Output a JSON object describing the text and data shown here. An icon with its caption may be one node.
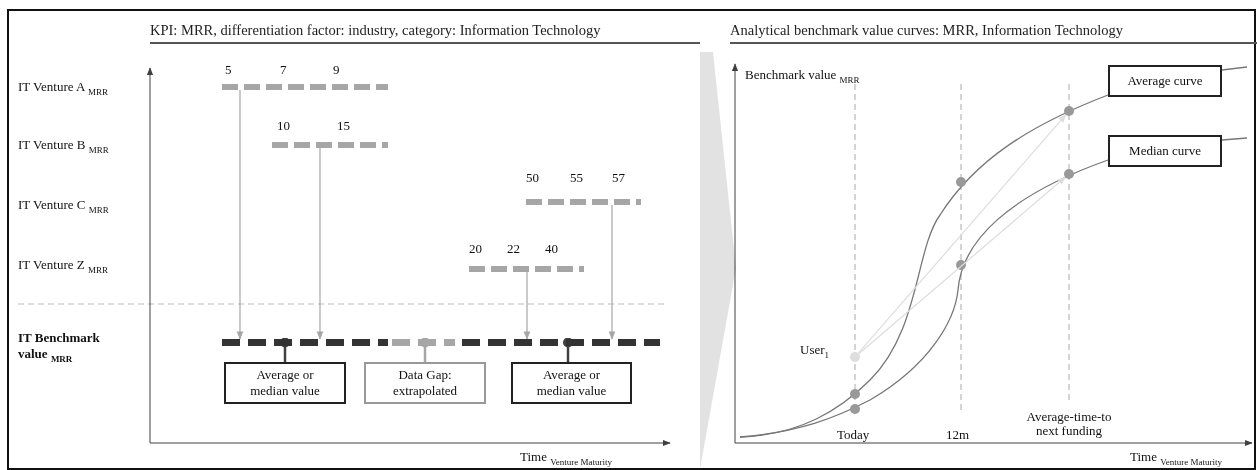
{
  "diagram": {
    "nodes": [
      {
        "text": [],
        "shape": "bar",
        "beside": [
          "5",
          "7",
          "9"
        ]
      },
      {
        "text": [],
        "shape": "bar",
        "beside": [
          "10",
          "15"
        ]
      },
      {
        "text": [],
        "shape": "bar",
        "beside": [
          "50",
          "55",
          "57"
        ]
      },
      {
        "text": [],
        "shape": "bar",
        "beside": [
          "20",
          "22",
          "40"
        ]
      },
      {
        "text": [],
        "shape": "bar"
      },
      {
        "text": [
          "Average or median value"
        ]
      },
      {
        "text": [
          "Data Gap: extrapolated"
        ]
      },
      {
        "text": [
          "Average or median value"
        ]
      },
      {
        "text": [
          "Average curve"
        ]
      },
      {
        "text": [
          "Median curve"
        ]
      },
      {
        "text": [],
        "shape": "circle",
        "beside": [
          "User$_{1}$"
        ]
      },
      {
        "text": [],
        "shape": "circle"
      },
      {
        "text": [],
        "shape": "circle"
      }
    ],
    "edges": [
      {
        "from": 0,
        "to": 4,
        "arrow": "to"
      },
      {
        "from": 1,
        "to": 4,
        "arrow": "to"
      },
      {
        "from": 3,
        "to": 4,
        "arrow": "to"
      },
      {
        "from": 2,
        "to": 4,
        "arrow": "to"
      },
      {
        "from": 4,
        "to": 5,
        "arrow": "other",
        "color": "#404040"
      },
      {
        "from": 4,
        "to": 6,
        "arrow": "other"
      },
      {
        "from": 4,
        "to": 7,
        "arrow": "other",
        "color": "#404040"
      },
      {
        "from": 10,
        "to": 11,
        "arrow": "to",
        "color": "#dddddd"
      },
      {
        "from": 10,
        "to": 12,
        "arrow": "to",
        "color": "#dddddd"
      }
    ],
    "labels": [
      "KPI: MRR, differentiation factor: industry, category: Information Technology",
      "Analytical benchmark value curves: MRR, Information Technology",
      "IT Venture A $_{MRR}$",
      "IT Venture B $_{MRR}$",
      "IT Venture C $_{MRR}$",
      "IT Venture Z $_{MRR}$",
      "IT Benchmark value $_{MRR}$",
      "Time $_{Venture Maturity}$",
      "Benchmark value $_{MRR}$",
      "Today",
      "12m",
      "Average-time-to next funding",
      "Time $_{Venture Maturity}$"
    ]
  }
}
